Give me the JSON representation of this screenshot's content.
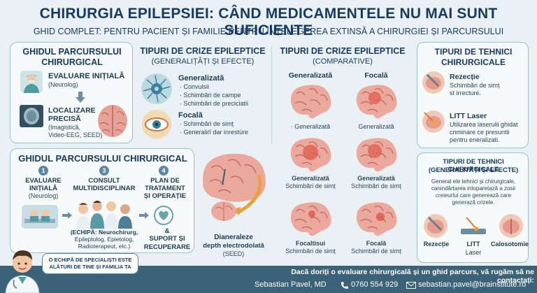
{
  "header": {
    "title": "CHIRURGIA EPILEPSIEI: CÂND MEDICAMENTELE NU MAI SUNT SUFICIENTE",
    "subtitle": "GHID COMPLET: PENTRU PACIENT ȘI FAMILIE PENTRU ÎNȚELEGEREA EXTINSĂ A CHIRURGIEI ȘI PARCURSULUI"
  },
  "guide_small": {
    "title_line1": "GHIDUL PARCURSULUI",
    "title_line2": "CHIRURGICAL",
    "step1_title_1": "EVALUARE INIȚIALĂ",
    "step1_sub": "(Neurolog)",
    "step2_title_1": "LOCALIZARE",
    "step2_title_2": "PRECISĂ",
    "step2_sub_1": "(Imagistică,",
    "step2_sub_2": "Video-EEG, SEED)"
  },
  "seizures": {
    "title": "TIPURI DE CRIZE EPILEPTICE",
    "subtitle": "(GENERALIȚĂȚI ȘI EFECTE)",
    "general_title": "Generalizată",
    "general_items": [
      "· Convulsii",
      "· Schimbări de campe",
      "· Schimbări de preciciatii"
    ],
    "focal_title": "Focală",
    "focal_items": [
      "· Schimbări de simț",
      "· Generalirî dar inrestüre"
    ]
  },
  "comparative": {
    "title": "TIPURI DE CRIZE EPILEPTICE",
    "subtitle": "(COMPARATIVE)",
    "col1": "Generalizată",
    "col2": "Focală",
    "row1_left": "· Generalizată",
    "row1_right": "Generalizată",
    "row2_left_1": "Generalizată",
    "row2_left_2": "Schimbări de simț",
    "row2_right_1": "Generalizată",
    "row2_right_2": "Schimbări de simț",
    "row3_left_1": "Focaltisui",
    "row3_left_2": "Schimbări de simț",
    "row3_right_1": "Focală",
    "row3_right_2": "Schimbări de simț"
  },
  "techniques": {
    "title_1": "TIPURI DE TEHNICI",
    "title_2": "CHIRURGICALE",
    "t1_title": "Rezecție",
    "t1_desc_1": "Schimbări de simț",
    "t1_desc_2": "st irrecture.",
    "t2_title": "LITT Laser",
    "t2_desc_1": "Utilizarea laserulii ghidat",
    "t2_desc_2": "cnminare ce presuntii",
    "t2_desc_3": "pentru eneralizati."
  },
  "techniques2": {
    "title_1": "TIPURI DE TEHNICI CHIRURGICALE",
    "title_2": "(GENERALITĂȚI ȘI EFECTE)",
    "desc_1": "General ele tehnici și chirurgicale,",
    "desc_2": "canindărtarea intoparetază a zosii",
    "desc_3": "creieurlui care generează care",
    "desc_4": "generază crizele.",
    "label1": "Rezecție",
    "label2_1": "LITT",
    "label2_2": "Laser",
    "label3": "Calosotomie"
  },
  "guide_big": {
    "title": "GHIDUL PARCURSULUI CHIRURGICAL",
    "n1": "1",
    "n2": "3",
    "n3": "4",
    "s1_1": "EVALUARE",
    "s1_2": "INIȚIALĂ",
    "s1_3": "(Neurolog)",
    "s2_1": "CONSULT",
    "s2_2": "MULTIDISCIPLINAR",
    "s3_1": "PLAN DE",
    "s3_2": "TRATAMENT",
    "s3_3": "ȘI OPERAȚIE",
    "team_1": "(ECHIPĂ: Neurochirurg,",
    "team_2": "Epileptolog, Epietolog,",
    "team_3": "Radioterapeut, etc.)",
    "support_1": "&",
    "support_2": "SUPORT ȘI",
    "support_3": "RECUPERARE",
    "depth_1": "Dianeraleze",
    "depth_2": "depth electrodolată",
    "depth_3": "(SEED)"
  },
  "bubble": {
    "line1": "O ECHIPĂ DE SPECIALIȘTI ESTE",
    "line2": "ALĂTURI DE TINE ȘI FAMILIA TA"
  },
  "footer": {
    "cta": "Dacă doriți o evaluare chirurgicală și un ghid parcurs, vă rugăm să ne contactați:",
    "name": "Sebastian Pavel, MD",
    "phone": "0760 554 929",
    "email": "sebastian.pavel@brainstitute.ro"
  },
  "icons": [
    "doctor-icon",
    "arrow-down-icon",
    "brain-scan-icon",
    "brain-icon",
    "neuron-icon",
    "eye-icon",
    "phone-icon",
    "mail-icon",
    "heart-icon",
    "laser-icon",
    "scalpel-icon"
  ]
}
